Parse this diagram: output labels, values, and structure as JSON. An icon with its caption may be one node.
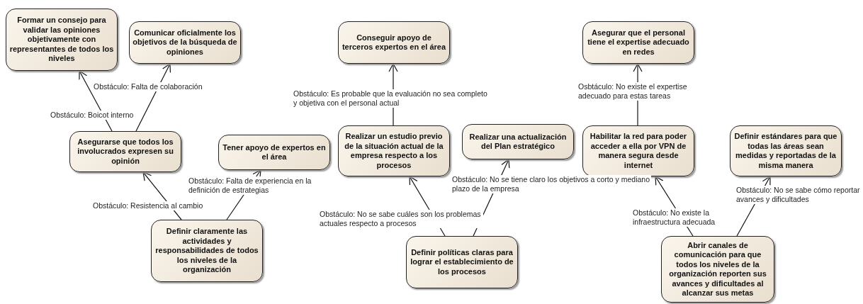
{
  "diagram": {
    "nodes": [
      {
        "text": [
          "Formar un consejo para validar las opiniones objetivamente con representantes de todos los niveles"
        ]
      },
      {
        "text": [
          "Comunicar oficialmente los objetivos de la búsqueda de opiniones"
        ]
      },
      {
        "text": [
          "Asegurarse que todos los involucrados expresen su opinión"
        ]
      },
      {
        "text": [
          "Tener apoyo de expertos en el área"
        ]
      },
      {
        "text": [
          "Definir claramente las actividades y responsabilidades de todos los niveles de la organización"
        ]
      },
      {
        "text": [
          "Conseguir apoyo de terceros expertos en el área"
        ]
      },
      {
        "text": [
          "Realizar un estudio previo de la situación actual de la empresa respecto a los procesos"
        ]
      },
      {
        "text": [
          "Realizar una actualización del Plan estratégico"
        ]
      },
      {
        "text": [
          "Definir políticas claras para lograr el establecimiento de los procesos"
        ]
      },
      {
        "text": [
          "Asegurar que el personal tiene el expertise adecuado en redes"
        ]
      },
      {
        "text": [
          "Habilitar la red para poder acceder a ella por VPN de manera segura desde internet"
        ]
      },
      {
        "text": [
          "Definir estándares para que todas las áreas sean medidas y reportadas de la misma manera"
        ]
      },
      {
        "text": [
          "Abrir canales de comunicación para que todos los niveles de la organización reporten sus avances y dificultades al alcanzar sus metas"
        ]
      }
    ],
    "edges": [
      {
        "from": 2,
        "to": 0,
        "arrow": "to",
        "label": "Obstáculo: Boicot interno"
      },
      {
        "from": 2,
        "to": 1,
        "arrow": "to",
        "label": "Obstáculo: Falta de colaboración"
      },
      {
        "from": 4,
        "to": 2,
        "arrow": "to",
        "label": "Obstáculo: Resistencia al cambio"
      },
      {
        "from": 4,
        "to": 3,
        "arrow": "to",
        "label": "Obstáculo: Falta de experiencia en la definición de estrategias"
      },
      {
        "from": 6,
        "to": 5,
        "arrow": "to",
        "label": "Obstáculo: Es probable que la evaluación no sea completo y objetiva con el personal actual"
      },
      {
        "from": 8,
        "to": 6,
        "arrow": "to",
        "label": "Obstáculo: No se sabe cuáles son los problemas actuales respecto a procesos"
      },
      {
        "from": 8,
        "to": 7,
        "arrow": "to",
        "label": "Obstáculo: No se tiene claro los objetivos a corto y mediano plazo de la empresa"
      },
      {
        "from": 10,
        "to": 9,
        "arrow": "to",
        "label": "Osbtáculo: No existe el expertise adecuado para estas tareas"
      },
      {
        "from": 12,
        "to": 10,
        "arrow": "to",
        "label": "Obstáculo: No existe la infraestructura adecuada"
      },
      {
        "from": 12,
        "to": 11,
        "arrow": "to",
        "label": "Obstáculo: No se sabe cómo reportar avances y dificultades"
      }
    ]
  }
}
